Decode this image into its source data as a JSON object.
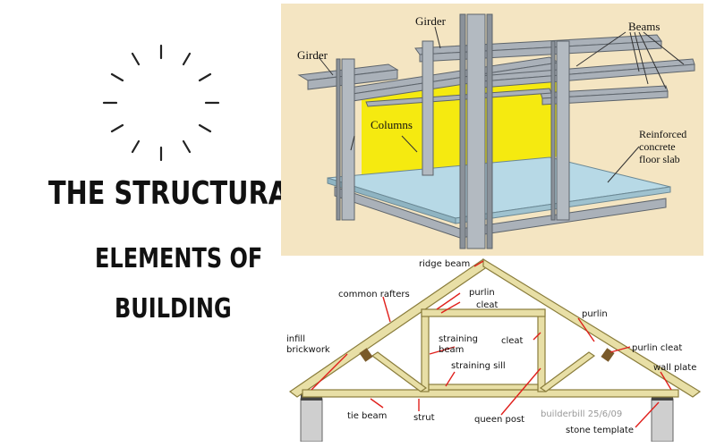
{
  "title": {
    "line1": "THE STRUCTURAL",
    "line2": "ELEMENTS OF",
    "line3": "BUILDING"
  },
  "steel_frame": {
    "labels": {
      "girder_left": "Girder",
      "girder_top": "Girder",
      "beams": "Beams",
      "columns": "Columns",
      "slab": [
        "Reinforced",
        "concrete",
        "floor slab"
      ]
    },
    "colors": {
      "background": "#f4e5c2",
      "wall": "#f5ea10",
      "steel": "#a9b0b8",
      "slab": "#b7d9e6"
    }
  },
  "roof_truss": {
    "labels": {
      "ridge_beam": "ridge beam",
      "common_rafters": "common rafters",
      "purlin_center": "purlin",
      "cleat_center": "cleat",
      "purlin_right": "purlin",
      "infill_line1": "infill",
      "infill_line2": "brickwork",
      "straining_beam_line1": "straining",
      "straining_beam_line2": "beam",
      "cleat_right": "cleat",
      "purlin_cleat": "purlin cleat",
      "straining_sill": "straining sill",
      "wall_plate": "wall plate",
      "tie_beam": "tie beam",
      "strut": "strut",
      "queen_post": "queen post",
      "credit": "builderbill 25/6/09",
      "stone_template": "stone template"
    },
    "colors": {
      "timber": "#e8dfa6",
      "timber_edge": "#8a7d3c",
      "arrow": "#e0201c",
      "wall": "#cfcfcf"
    }
  }
}
